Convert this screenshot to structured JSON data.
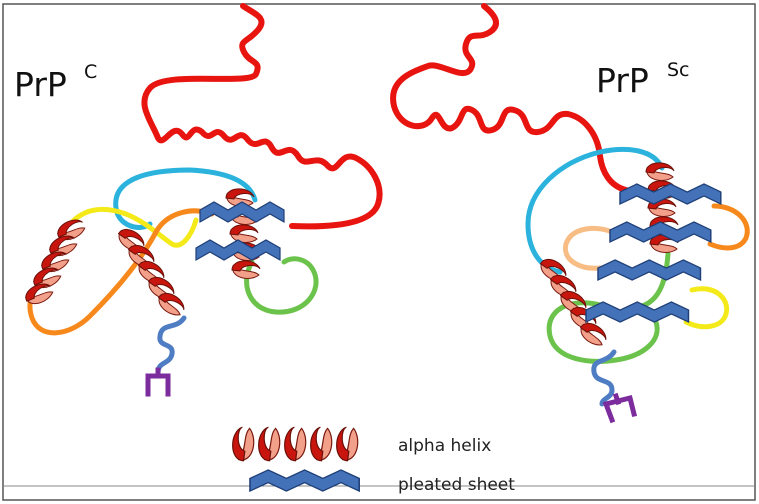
{
  "diagram": {
    "left_label": {
      "main": "PrP",
      "sup": "C"
    },
    "right_label": {
      "main": "PrP",
      "sup": "Sc"
    }
  },
  "legend": {
    "helix_label": "alpha helix",
    "sheet_label": "pleated sheet"
  },
  "colors": {
    "coil": "#e8140f",
    "helix_fill": "#c8160f",
    "helix_light": "#f3a08a",
    "sheet": "#4472b8",
    "cyan": "#2bb3dd",
    "yellow": "#f4ea1a",
    "orange": "#f7891c",
    "peach": "#f8bd84",
    "green": "#6cc34c",
    "anchor_blue": "#4f7dc4",
    "anchor_purple": "#7c2c9c"
  }
}
